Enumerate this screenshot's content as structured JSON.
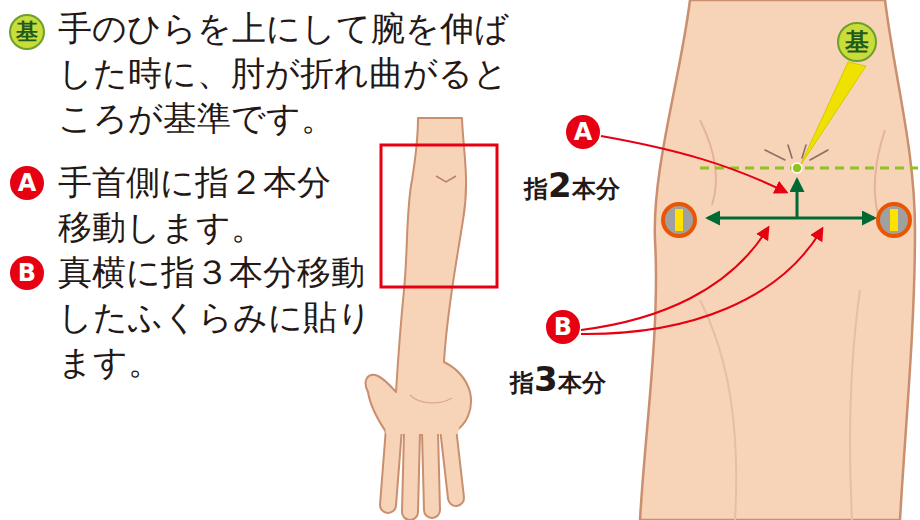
{
  "diagram": {
    "nodes": [
      {
        "text": [
          "基"
        ]
      },
      {
        "text": [
          "A"
        ]
      },
      {
        "text": [
          "B"
        ]
      },
      {
        "text": [
          "基"
        ]
      },
      {
        "text": [
          "A"
        ]
      },
      {
        "text": [
          "B"
        ]
      }
    ],
    "labels": [
      "手のひらを上にして腕を伸ばした時に、肘が折れ曲がるところが基準です。",
      "手首側に指２本分移動します。",
      "真横に指３本分移動したふくらみに貼ります。",
      "指2本分",
      "指3本分"
    ]
  }
}
